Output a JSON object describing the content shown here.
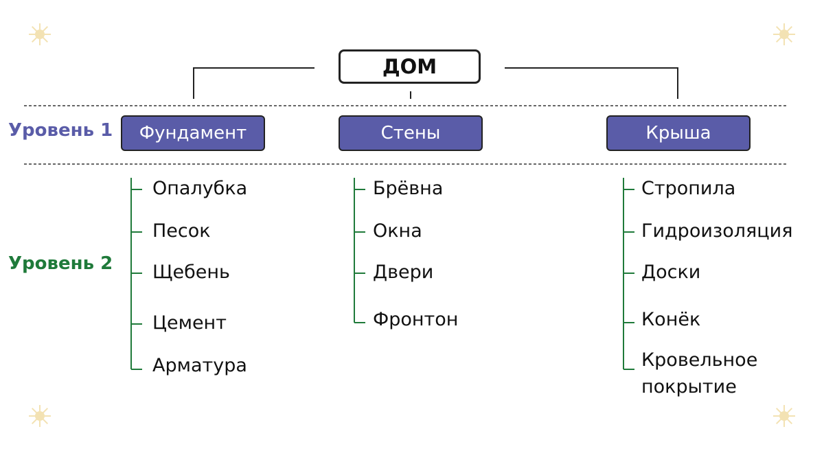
{
  "root": {
    "label": "ДОМ"
  },
  "levels": [
    {
      "label": "Уровень 1",
      "color": "#5a5ca8"
    },
    {
      "label": "Уровень 2",
      "color": "#1f7a3a"
    }
  ],
  "branches": [
    {
      "label": "Фундамент",
      "items": [
        "Опалубка",
        "Песок",
        "Щебень",
        "Цемент",
        "Арматура"
      ]
    },
    {
      "label": "Стены",
      "items": [
        "Брёвна",
        "Окна",
        "Двери",
        "Фронтон"
      ]
    },
    {
      "label": "Крыша",
      "items": [
        "Стропила",
        "Гидроизоляция",
        "Доски",
        "Конёк",
        "Кровельное покрытие"
      ]
    }
  ],
  "colors": {
    "box_fill": "#5a5ca8",
    "connector": "#1f7a3a",
    "outline": "#222222",
    "decor": "#f3e2b3"
  }
}
